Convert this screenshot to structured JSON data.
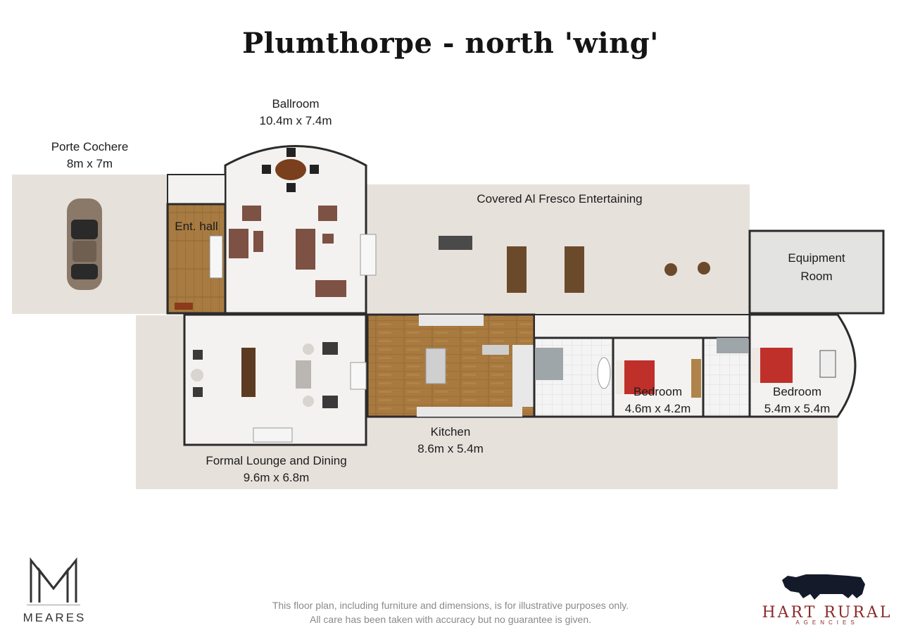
{
  "title": "Plumthorpe - north 'wing'",
  "rooms": {
    "porte_cochere": {
      "name": "Porte Cochere",
      "size": "8m x 7m"
    },
    "ballroom": {
      "name": "Ballroom",
      "size": "10.4m x 7.4m"
    },
    "alfresco": {
      "name": "Covered Al Fresco Entertaining"
    },
    "ent_hall": {
      "name": "Ent. hall"
    },
    "equipment": {
      "name_line1": "Equipment",
      "name_line2": "Room"
    },
    "formal": {
      "name": "Formal Lounge and Dining",
      "size": "9.6m x 6.8m"
    },
    "kitchen": {
      "name": "Kitchen",
      "size": "8.6m x 5.4m"
    },
    "bedroom1": {
      "name": "Bedroom",
      "size": "4.6m x 4.2m"
    },
    "bedroom2": {
      "name": "Bedroom",
      "size": "5.4m x 5.4m"
    }
  },
  "disclaimer": {
    "line1": "This floor plan, including furniture and dimensions, is for illustrative purposes only.",
    "line2": "All care has been taken with accuracy but no guarantee is given."
  },
  "logos": {
    "left": "MEARES",
    "right_main": "HART RURAL",
    "right_sub": "AGENCIES"
  },
  "colors": {
    "paving": "#e7e1dc",
    "floor_white": "#f3f2f0",
    "wood": "#a77a3f",
    "wall": "#2b2b2b",
    "bed_red": "#c0302a"
  }
}
